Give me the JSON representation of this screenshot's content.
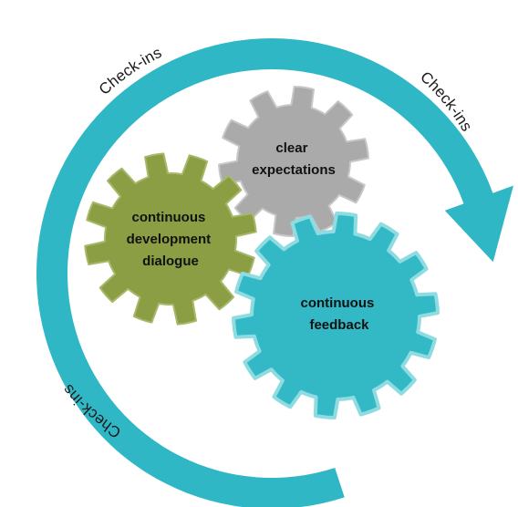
{
  "cycle": {
    "labels": [
      "Check-ins",
      "Check-ins",
      "Check-ins"
    ]
  },
  "gears": [
    {
      "id": "clear-expectations",
      "lines": [
        "clear",
        "expectations"
      ]
    },
    {
      "id": "continuous-development-dialogue",
      "lines": [
        "continuous",
        "development",
        "dialogue"
      ]
    },
    {
      "id": "continuous-feedback",
      "lines": [
        "continuous",
        "feedback"
      ]
    }
  ],
  "colors": {
    "cycle_arrow": "#30b7c6",
    "gear_gray": "#a9aaa9",
    "gear_green": "#8b9e44",
    "gear_teal": "#32b9c5",
    "gear_teal_stroke": "#8fdbe2",
    "text": "#111111"
  }
}
